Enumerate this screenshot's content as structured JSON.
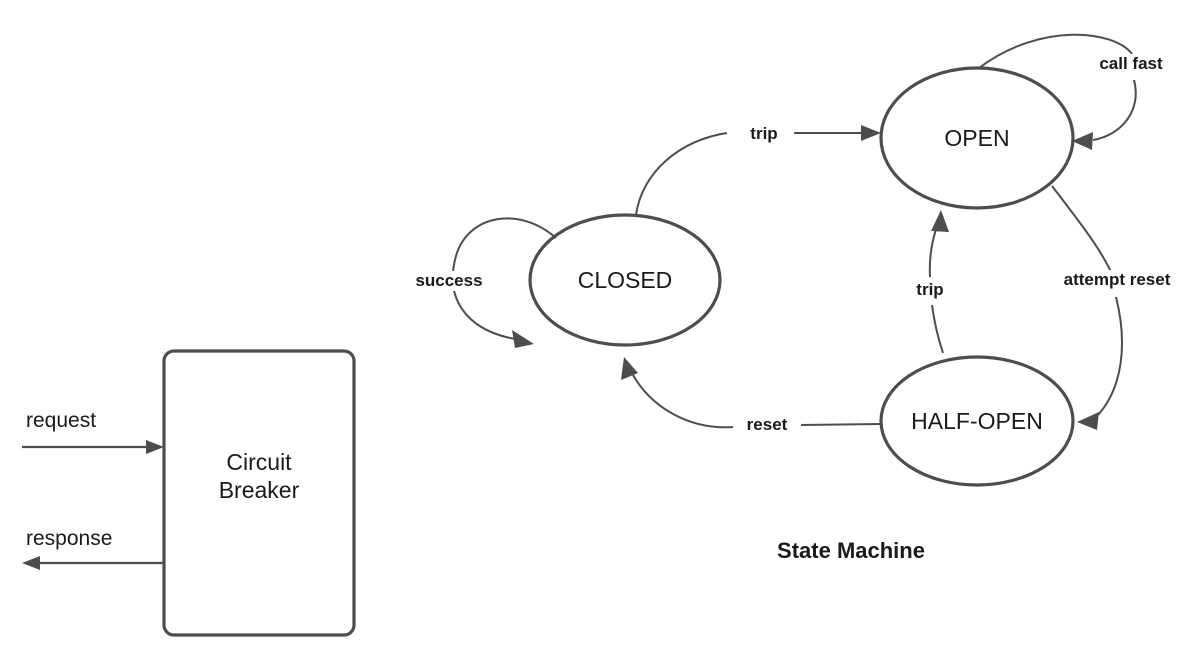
{
  "diagram": {
    "background": "#ffffff",
    "stroke_color": "#4d4d4d",
    "text_color": "#1a1a1a"
  },
  "component": {
    "box_label_line1": "Circuit",
    "box_label_line2": "Breaker",
    "inputs": [
      {
        "label": "request",
        "direction": "in"
      }
    ],
    "outputs": [
      {
        "label": "response",
        "direction": "out"
      }
    ]
  },
  "state_machine": {
    "caption": "State Machine",
    "states": [
      {
        "id": "closed",
        "label": "CLOSED"
      },
      {
        "id": "open",
        "label": "OPEN"
      },
      {
        "id": "half_open",
        "label": "HALF-OPEN"
      }
    ],
    "transitions": [
      {
        "id": "t_success",
        "from": "closed",
        "to": "closed",
        "label": "success"
      },
      {
        "id": "t_trip_closed",
        "from": "closed",
        "to": "open",
        "label": "trip"
      },
      {
        "id": "t_call_fast",
        "from": "open",
        "to": "open",
        "label": "call fast"
      },
      {
        "id": "t_attempt",
        "from": "open",
        "to": "half_open",
        "label": "attempt reset"
      },
      {
        "id": "t_trip_half",
        "from": "half_open",
        "to": "open",
        "label": "trip"
      },
      {
        "id": "t_reset",
        "from": "half_open",
        "to": "closed",
        "label": "reset"
      }
    ]
  }
}
